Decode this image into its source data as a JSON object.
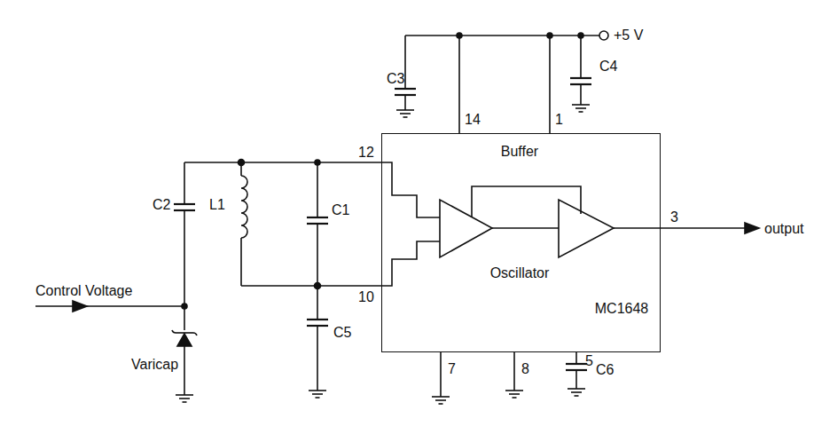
{
  "diagram": {
    "nodes": [
      {
        "text": [
          "Buffer",
          "Oscillator",
          "MC1648"
        ]
      }
    ],
    "labels": [
      "+5 V",
      "C3",
      "C4",
      "14",
      "1",
      "12",
      "10",
      "C2",
      "L1",
      "C1",
      "Control Voltage",
      "Varicap",
      "C5",
      "3",
      "output",
      "7",
      "8",
      "5",
      "C6"
    ]
  }
}
